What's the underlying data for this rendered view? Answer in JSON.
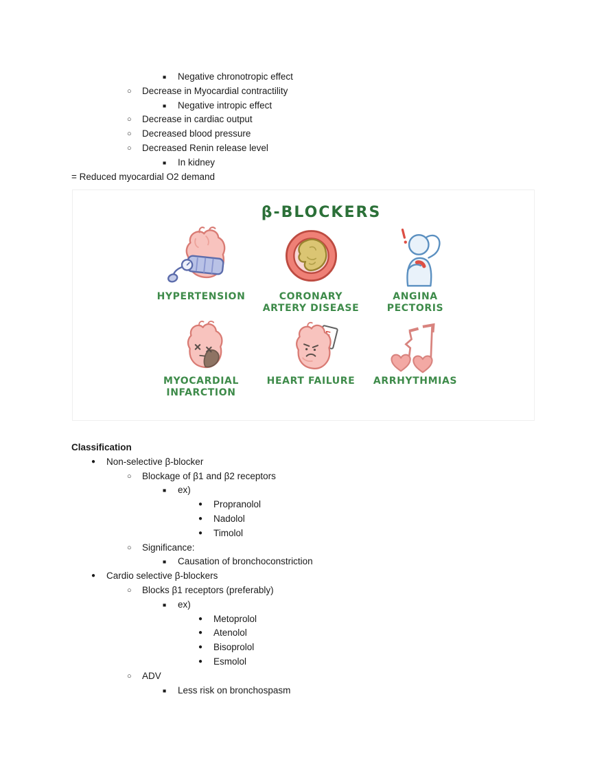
{
  "doc": {
    "top_list": [
      {
        "marker": "■",
        "text": "Negative chronotropic effect"
      },
      {
        "marker": "○",
        "text": "Decrease in Myocardial contractility"
      },
      {
        "marker": "■",
        "text": "Negative intropic effect"
      },
      {
        "marker": "○",
        "text": "Decrease in cardiac output"
      },
      {
        "marker": "○",
        "text": "Decreased blood pressure"
      },
      {
        "marker": "○",
        "text": "Decreased Renin release level"
      },
      {
        "marker": "■",
        "text": "In kidney"
      }
    ],
    "summary": "= Reduced myocardial O2 demand",
    "heading": "Classification",
    "cls_list": [
      {
        "marker": "●",
        "text": "Non-selective β-blocker"
      },
      {
        "marker": "○",
        "text": "Blockage of β1 and β2 receptors"
      },
      {
        "marker": "■",
        "text": "ex)"
      },
      {
        "marker": "●",
        "text": "Propranolol"
      },
      {
        "marker": "●",
        "text": "Nadolol"
      },
      {
        "marker": "●",
        "text": "Timolol"
      },
      {
        "marker": "○",
        "text": "Significance:"
      },
      {
        "marker": "■",
        "text": "Causation of bronchoconstriction"
      },
      {
        "marker": "●",
        "text": "Cardio selective β-blockers"
      },
      {
        "marker": "○",
        "text": "Blocks β1 receptors (preferably)"
      },
      {
        "marker": "■",
        "text": "ex)"
      },
      {
        "marker": "●",
        "text": "Metoprolol"
      },
      {
        "marker": "●",
        "text": "Atenolol"
      },
      {
        "marker": "●",
        "text": "Bisoprolol"
      },
      {
        "marker": "●",
        "text": "Esmolol"
      },
      {
        "marker": "○",
        "text": "ADV"
      },
      {
        "marker": "■",
        "text": "Less risk on bronchospasm"
      }
    ]
  },
  "figure": {
    "title": "β-BLOCKERS",
    "title_color": "#2b7038",
    "label_color": "#3e8b4a",
    "items": [
      {
        "label": "HYPERTENSION",
        "icon": "heart-with-bp-cuff"
      },
      {
        "label": "CORONARY\nARTERY DISEASE",
        "icon": "artery-cross-section-plaque"
      },
      {
        "label": "ANGINA\nPECTORIS",
        "icon": "person-clutching-chest"
      },
      {
        "label": "MYOCARDIAL\nINFARCTION",
        "icon": "infarcted-heart"
      },
      {
        "label": "HEART FAILURE",
        "icon": "sad-heart-failing-grade"
      },
      {
        "label": "ARRHYTHMIAS",
        "icon": "heart-music-notes"
      }
    ],
    "palette": {
      "heart_fill": "#f8c3be",
      "heart_stroke": "#d97b74",
      "cuff_fill": "#b9c2e6",
      "cuff_stroke": "#5c6cab",
      "artery_fill": "#ef8076",
      "artery_stroke": "#bd4b41",
      "plaque_fill": "#dbc573",
      "plaque_stroke": "#9a8430",
      "person_fill": "#e9f2fa",
      "person_stroke": "#5a8fc0",
      "alert_red": "#dd4f44",
      "necrosis": "#8e7363",
      "note_pink": "#f3a9a4",
      "note_stroke": "#d8837e"
    }
  }
}
